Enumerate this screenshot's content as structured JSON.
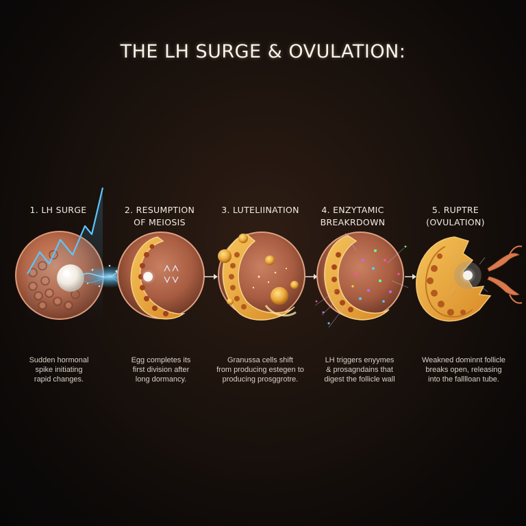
{
  "title": "THE LH SURGE & OVULATION:",
  "stages": [
    {
      "label_lines": [
        "1. LH SURGE"
      ],
      "desc_lines": [
        "Sudden hormonal",
        "spike initiating",
        "rapid changes."
      ]
    },
    {
      "label_lines": [
        "2. RESUMPTION",
        "OF MEIOSIS"
      ],
      "desc_lines": [
        "Egg completes its",
        "first division after",
        "long dormancy."
      ]
    },
    {
      "label_lines": [
        "3. LUTELIINATION"
      ],
      "desc_lines": [
        "Granussa cells shift",
        "from producing estegen to",
        "producing prosggrotre."
      ]
    },
    {
      "label_lines": [
        "4. ENZYTAMIC",
        "BREAKRDOWN"
      ],
      "desc_lines": [
        "LH triggers enyymes",
        "& prosagndains that",
        "digest the follicle wall"
      ]
    },
    {
      "label_lines": [
        "5. RUPTRE",
        "(OVULATION)"
      ],
      "desc_lines": [
        "Weakned dominnt follicle",
        "breaks open, releasing",
        "into the falllloan tube."
      ]
    }
  ],
  "colors": {
    "follicle": "#b5694a",
    "granulosa": "#e7a53a",
    "surge": "#49b8f0",
    "background": "#1b120d"
  }
}
